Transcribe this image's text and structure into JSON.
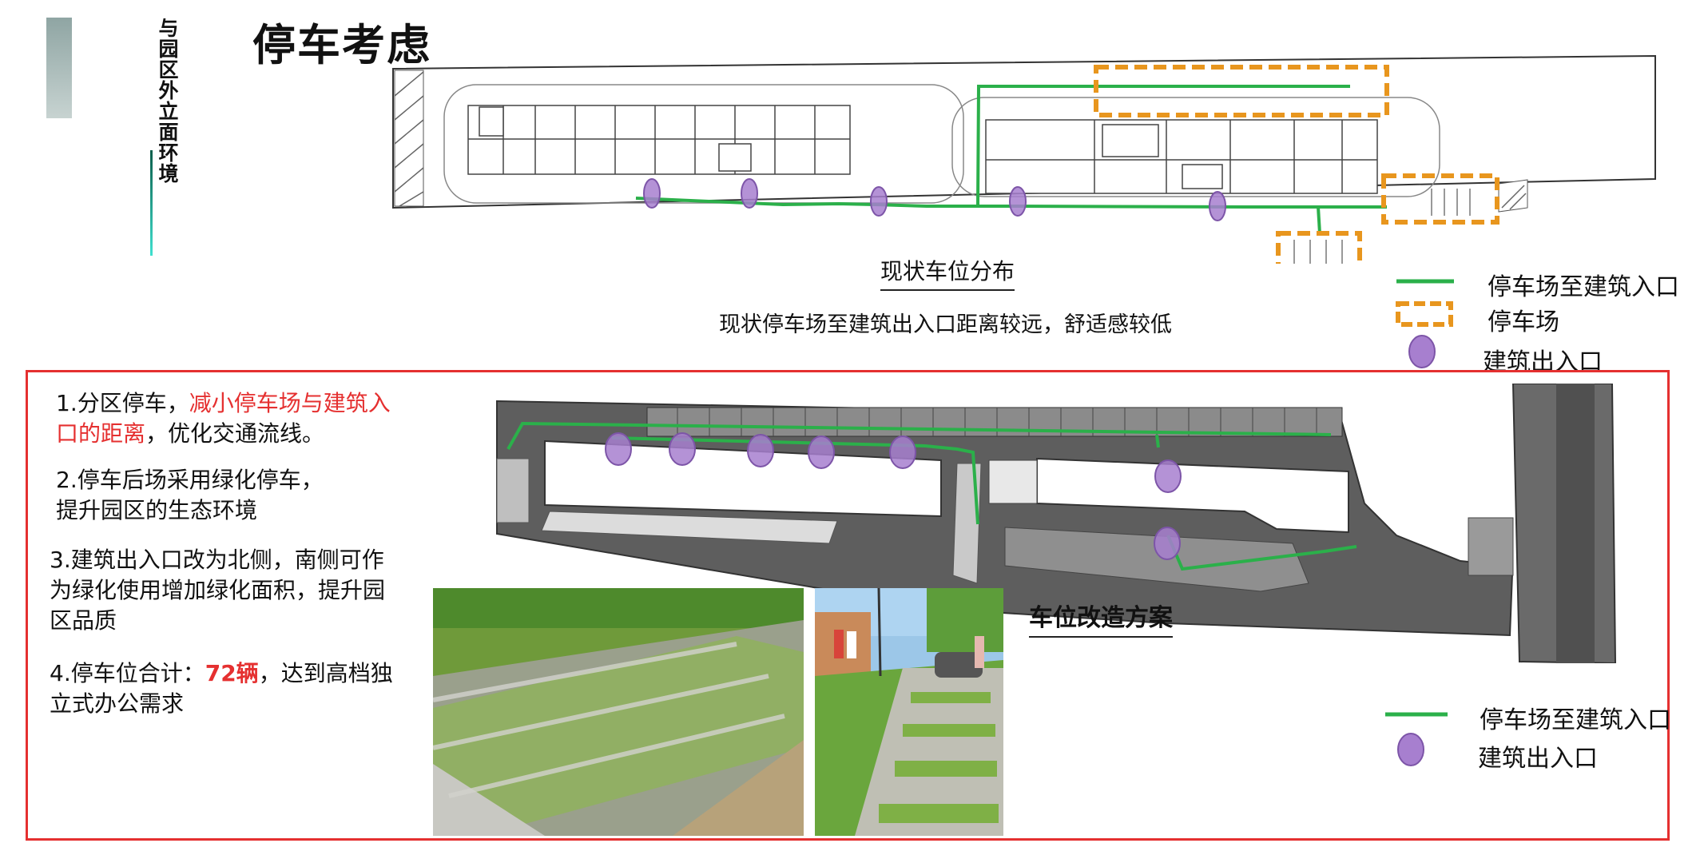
{
  "header": {
    "vertical_title": "与园区外立面环境",
    "title": "停车考虑"
  },
  "current_plan": {
    "caption": "现状车位分布",
    "note": "现状停车场至建筑出入口距离较远，舒适感较低"
  },
  "legend_top": {
    "route_label": "停车场至建筑入口",
    "parking_label": "停车场",
    "entrance_label": "建筑出入口"
  },
  "points": {
    "p1_prefix": "1.分区停车，",
    "p1_highlight": "减小停车场与建筑入口的距离",
    "p1_suffix": "，优化交通流线。",
    "p2": "2.停车后场采用绿化停车，提升园区的生态环境",
    "p3": "3.建筑出入口改为北侧，南侧可作为绿化使用增加绿化面积，提升园区品质",
    "p4_prefix": "4.停车位合计：",
    "p4_highlight": "72辆",
    "p4_suffix": "，达到高档独立式办公需求"
  },
  "scheme": {
    "caption": "车位改造方案"
  },
  "legend_bottom": {
    "route_label": "停车场至建筑入口",
    "entrance_label": "建筑出入口"
  },
  "colors": {
    "route": "#2bb04a",
    "parking": "#e8961e",
    "entrance": "#a77fcf",
    "frame": "#e53030"
  },
  "icons": {
    "route": "green-line-icon",
    "parking": "orange-dashed-box-icon",
    "entrance": "purple-ellipse-icon"
  }
}
